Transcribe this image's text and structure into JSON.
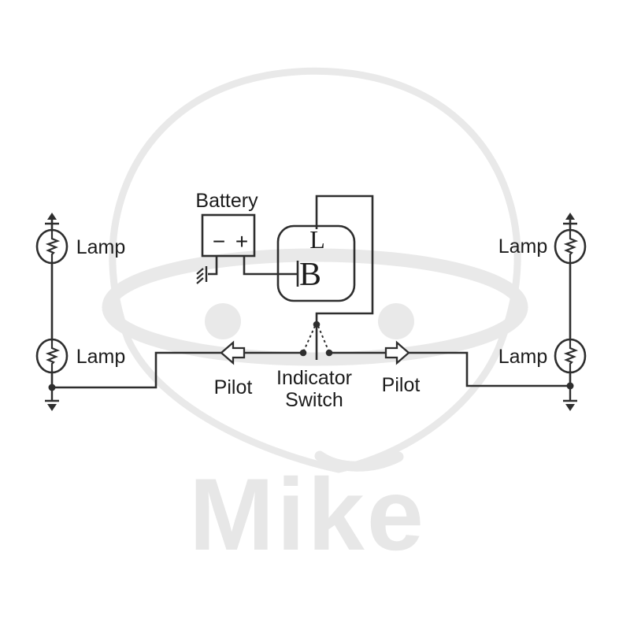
{
  "colors": {
    "paper": "#ffffff",
    "ink": "#2e2e2e",
    "label": "#1c1c1c",
    "watermark": "#e9e9e9",
    "watermark_text": "#e7e7e7"
  },
  "labels": {
    "battery": "Battery",
    "battery_minus": "−",
    "battery_plus": "+",
    "relay_terminal_l": "L",
    "relay_terminal_b": "B",
    "lamp_top_left": "Lamp",
    "lamp_bottom_left": "Lamp",
    "lamp_top_right": "Lamp",
    "lamp_bottom_right": "Lamp",
    "pilot_left": "Pilot",
    "pilot_right": "Pilot",
    "indicator_switch_line1": "Indicator",
    "indicator_switch_line2": "Switch"
  },
  "watermark": {
    "text": "Mike"
  }
}
